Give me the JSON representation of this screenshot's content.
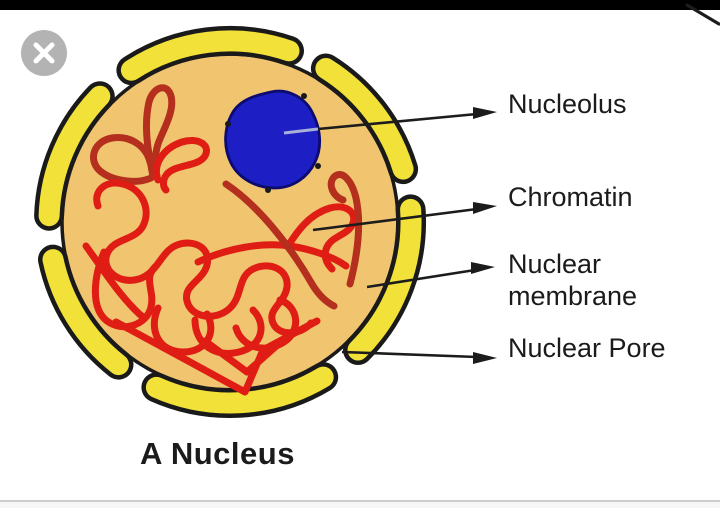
{
  "topbar": {
    "color": "#000000"
  },
  "close_button": {
    "bg_color": "#b3b3b3",
    "icon_color": "#ffffff"
  },
  "figure": {
    "title": "A Nucleus",
    "labels": {
      "nucleolus": "Nucleolus",
      "chromatin": "Chromatin",
      "nuclear_membrane_line1": "Nuclear",
      "nuclear_membrane_line2": "membrane",
      "nuclear_pore": "Nuclear Pore"
    },
    "colors": {
      "membrane_yellow": "#f1e138",
      "outline_black": "#1a1a1a",
      "nucleoplasm_tan": "#f1c470",
      "nucleolus_blue": "#1d1ec4",
      "nucleolus_outline": "#0b0b70",
      "chromatin_red": "#e01d14",
      "chromatin_dark_red": "#b42f1d",
      "arrow_color": "#1c1c1c",
      "label_color": "#1b1b1b",
      "arrow_tail_light": "#a8b0da"
    }
  },
  "footer": {
    "divider_color": "#cdcdcd",
    "strip_color": "#f6f6f6"
  }
}
